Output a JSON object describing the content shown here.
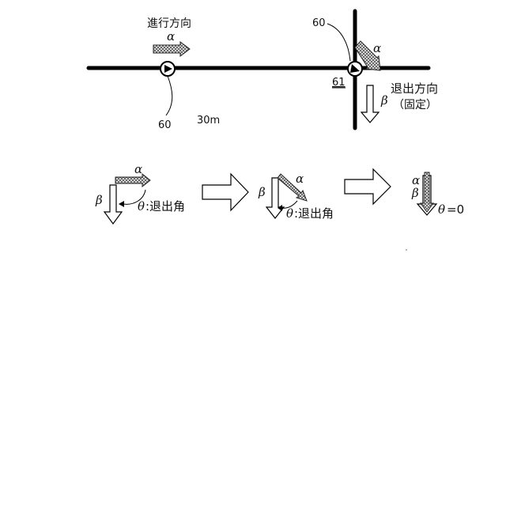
{
  "top": {
    "label_direction": "進行方向",
    "label_alpha": "α",
    "label_60_left": "60",
    "label_distance": "30m",
    "label_60_right": "60",
    "label_61": "61",
    "label_alpha_right": "α",
    "label_exit_direction": "退出方向",
    "label_fixed": "（固定）",
    "label_beta": "β"
  },
  "bottom": {
    "s1_alpha": "α",
    "s1_beta": "β",
    "s1_theta": "θ",
    "s1_angle": ":退出角",
    "s2_alpha": "α",
    "s2_beta": "β",
    "s2_theta": "θ",
    "s2_angle": ":退出角",
    "s3_alpha": "α",
    "s3_beta": "β",
    "s3_theta": "θ",
    "s3_zero": "=0"
  }
}
